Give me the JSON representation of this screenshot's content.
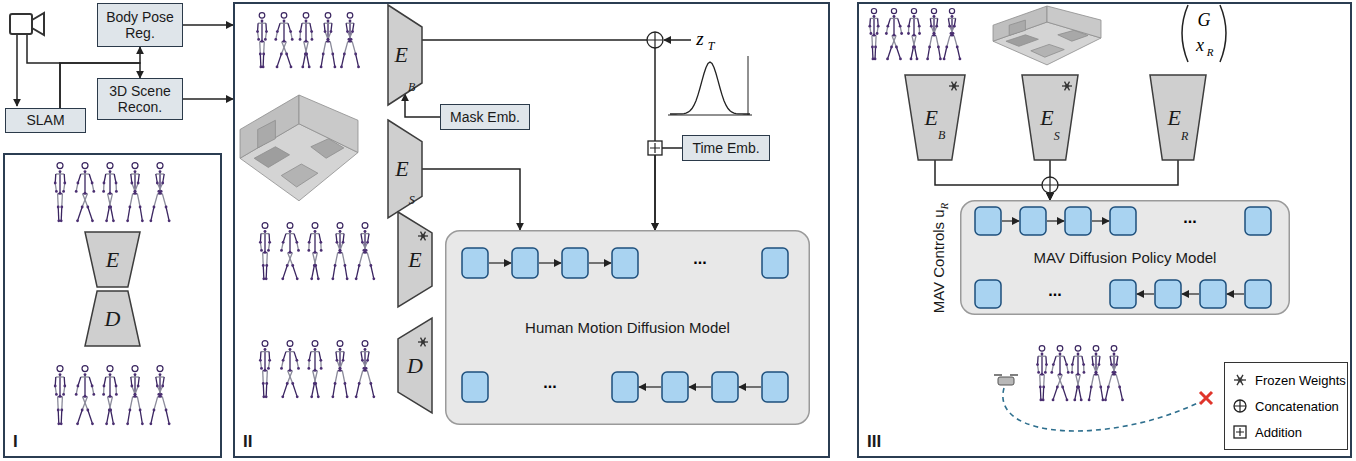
{
  "diagram": {
    "nodes": [
      {
        "text": [
          "Body Pose Reg."
        ]
      },
      {
        "text": [
          "SLAM"
        ]
      },
      {
        "text": [
          "3D Scene Recon."
        ]
      },
      {
        "text": [
          "I"
        ]
      },
      {
        "text": [
          "E"
        ],
        "in": 3
      },
      {
        "text": [
          "D"
        ],
        "in": 3
      },
      {
        "text": [
          "II"
        ]
      },
      {
        "text": [
          "E",
          "B"
        ],
        "in": 6
      },
      {
        "text": [
          "Mask Emb."
        ],
        "in": 6
      },
      {
        "text": [
          "E",
          "S"
        ],
        "in": 6
      },
      {
        "text": [
          "Time Emb."
        ],
        "in": 6
      },
      {
        "text": [
          "E"
        ],
        "in": 6
      },
      {
        "text": [
          "D"
        ],
        "in": 6
      },
      {
        "text": [
          "Human Motion Diffusion Model"
        ],
        "in": 6
      },
      {
        "text": [
          "III"
        ]
      },
      {
        "text": [
          "E",
          "B"
        ],
        "in": 14
      },
      {
        "text": [
          "E",
          "S"
        ],
        "in": 14
      },
      {
        "text": [
          "E",
          "R"
        ],
        "in": 14
      },
      {
        "text": [
          "MAV Diffusion Policy Model"
        ],
        "in": 14
      }
    ],
    "edges": [
      {
        "from": 0,
        "to": 6,
        "arrow": "to"
      },
      {
        "from": 2,
        "to": 6,
        "arrow": "to"
      },
      {
        "from": 1,
        "to": 0,
        "arrow": "to"
      },
      {
        "from": 1,
        "to": 2,
        "arrow": "to"
      },
      {
        "from": 8,
        "to": 7,
        "arrow": "to"
      },
      {
        "from": 7,
        "to": 13,
        "arrow": "to"
      },
      {
        "from": 10,
        "to": 13,
        "arrow": "to"
      },
      {
        "from": 9,
        "to": 13,
        "arrow": "to"
      },
      {
        "from": 15,
        "to": 18,
        "arrow": "to"
      },
      {
        "from": 16,
        "to": 18,
        "arrow": "to"
      },
      {
        "from": 17,
        "to": 18,
        "arrow": "to"
      }
    ],
    "labels": [
      "z",
      "T",
      "...",
      "...",
      "G",
      "x",
      "R",
      "MAV Controls u",
      "R",
      "...",
      "..."
    ],
    "legend": [
      {
        "text": "Frozen Weights"
      },
      {
        "text": "Concatenation"
      },
      {
        "text": "Addition"
      }
    ]
  }
}
